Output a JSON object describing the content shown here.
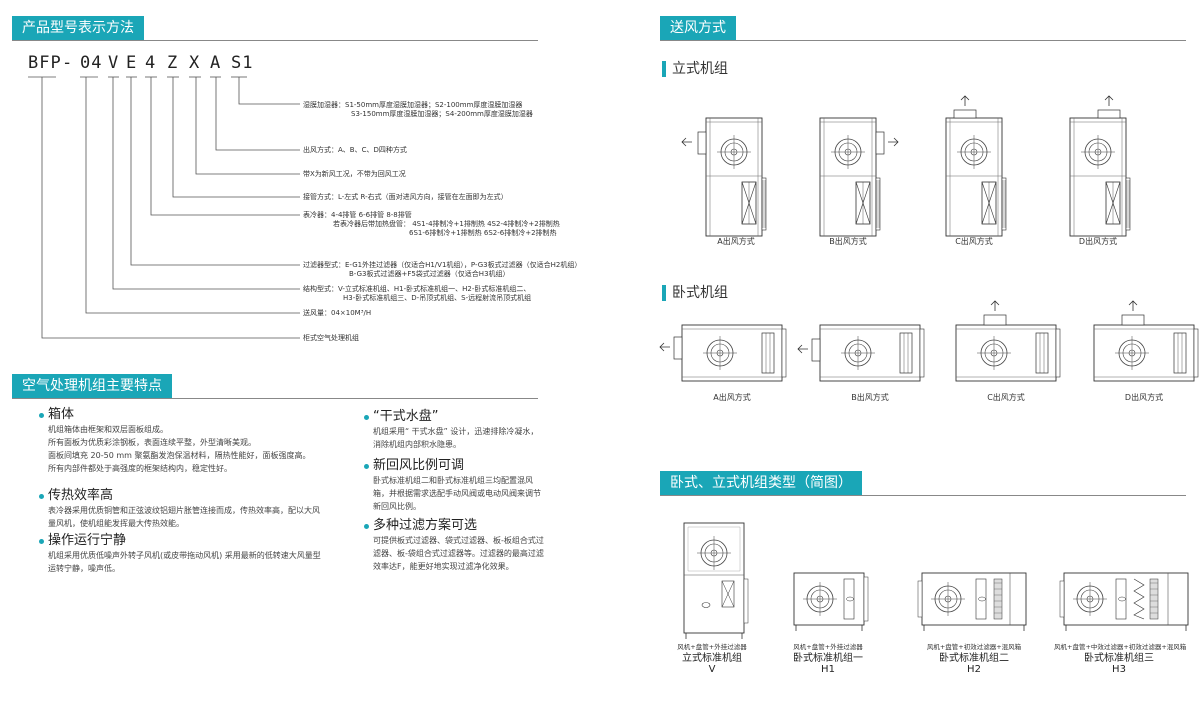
{
  "left": {
    "model_section_title": "产品型号表示方法",
    "model_code": [
      "BFP",
      "-",
      "04",
      "V",
      "E",
      "4",
      "Z",
      "X",
      "A",
      "S1"
    ],
    "model_desc": [
      [
        "湿膜加湿器：S1-50mm厚度湿膜加湿器；S2-100mm厚度湿膜加湿器",
        "S3-150mm厚度湿膜加湿器；S4-200mm厚度湿膜加湿器"
      ],
      [
        "出风方式：A、B、C、D四种方式"
      ],
      [
        "带X为新风工况，不带为回风工况"
      ],
      [
        "接管方式：L-左式  R-右式（面对进风方向，接管在左面即为左式）"
      ],
      [
        "表冷器：4-4排管   6-6排管   8-8排管",
        "若表冷器后带加热盘管：  4S1-4排制冷+1排制热      4S2-4排制冷+2排制热",
        "6S1-6排制冷+1排制热      6S2-6排制冷+2排制热"
      ],
      [
        "过滤器型式：E-G1外挂过滤器（仅适合H1/V1机组），P-G3板式过滤器（仅适合H2机组）",
        "B-G3板式过滤器+F5袋式过滤器（仅适合H3机组）"
      ],
      [
        "结构型式：V-立式标准机组、H1-卧式标准机组一、H2-卧式标准机组二、",
        "H3-卧式标准机组三、D-吊顶式机组、S-远程射流吊顶式机组"
      ],
      [
        "送风量：04×10M³/H"
      ],
      [
        "柜式空气处理机组"
      ]
    ],
    "features_title": "空气处理机组主要特点",
    "features": [
      {
        "title": "箱体",
        "body": [
          "机组箱体由框架和双层面板组成。",
          "所有面板为优质彩涂钢板，表面连续平整，外型清晰美观。",
          "面板间填充 20-50 mm 聚氨酯发泡保温材料，隔热性能好，面板强度高。",
          "所有内部件都处于高强度的框架结构内，稳定性好。"
        ]
      },
      {
        "title": "传热效率高",
        "body": [
          "表冷器采用优质铜管和正弦波纹铝翅片胀管连接而成，传热效率高，配以大风",
          "量风机，使机组能发挥最大传热效能。"
        ]
      },
      {
        "title": "操作运行宁静",
        "body": [
          "机组采用优质低噪声外转子风机(或皮带拖动风机) 采用最新的低转速大风量型",
          "运转宁静，噪声低。"
        ]
      },
      {
        "title": "“干式水盘”",
        "body": [
          "机组采用“ 干式水盘” 设计，迅速排除冷凝水，",
          "消除机组内部积水隐患。"
        ]
      },
      {
        "title": "新回风比例可调",
        "body": [
          "卧式标准机组二和卧式标准机组三均配置混风",
          "箱，并根据需求选配手动风阀或电动风阀来调节",
          "新回风比例。"
        ]
      },
      {
        "title": "多种过滤方案可选",
        "body": [
          "可提供板式过滤器、袋式过滤器、板-板组合式过",
          "滤器、板-袋组合式过滤器等。过滤器的最高过滤",
          "效率达F，能更好地实现过滤净化效果。"
        ]
      }
    ]
  },
  "right": {
    "supply_title": "送风方式",
    "vertical_title": "立式机组",
    "vertical_caps": [
      "A出风方式",
      "B出风方式",
      "C出风方式",
      "D出风方式"
    ],
    "horizontal_title": "卧式机组",
    "horizontal_caps": [
      "A出风方式",
      "B出风方式",
      "C出风方式",
      "D出风方式"
    ],
    "types_title": "卧式、立式机组类型（简图）",
    "types": [
      {
        "components": "风机+盘管+外挂过滤器",
        "name": "立式标准机组",
        "code": "V"
      },
      {
        "components": "风机+盘管+外挂过滤器",
        "name": "卧式标准机组一",
        "code": "H1"
      },
      {
        "components": "风机+盘管+初效过滤器+混风箱",
        "name": "卧式标准机组二",
        "code": "H2"
      },
      {
        "components": "风机+盘管+中效过滤器+初效过滤器+混风箱",
        "name": "卧式标准机组三",
        "code": "H3"
      }
    ]
  },
  "colors": {
    "accent": "#1aa6b7"
  },
  "icons": [
    "arrow-icon",
    "fan-icon",
    "coil-icon",
    "filter-icon"
  ]
}
